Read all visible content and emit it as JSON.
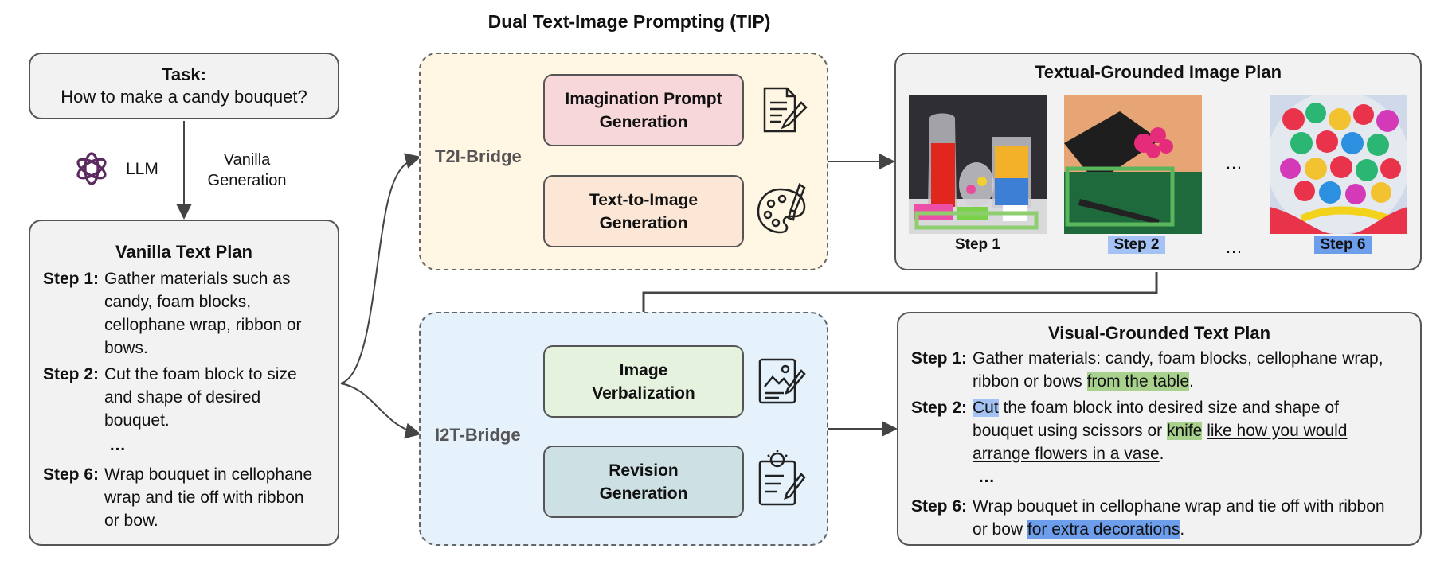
{
  "header": {
    "title": "Dual Text-Image Prompting (TIP)"
  },
  "task": {
    "label": "Task:",
    "question": "How to make a candy bouquet?"
  },
  "llm": {
    "label": "LLM",
    "icon": "openai-logo-icon",
    "edge_line1": "Vanilla",
    "edge_line2": "Generation"
  },
  "vanilla_plan": {
    "title": "Vanilla Text Plan",
    "steps": [
      {
        "label": "Step 1:",
        "text": "Gather materials such as candy, foam blocks, cellophane wrap, ribbon or bows."
      },
      {
        "label": "Step 2:",
        "text": "Cut the foam block to size and shape of desired bouquet."
      },
      {
        "label": "",
        "text": "…"
      },
      {
        "label": "Step 6:",
        "text": "Wrap bouquet in cellophane wrap and tie off with ribbon or bow."
      }
    ]
  },
  "t2i": {
    "label": "T2I-Bridge",
    "box1": {
      "line1": "Imagination Prompt",
      "line2": "Generation",
      "icon": "document-pen-icon"
    },
    "box2": {
      "line1": "Text-to-Image",
      "line2": "Generation",
      "icon": "palette-icon"
    },
    "colors": {
      "background": "#fff6e4",
      "box1": "#f8d7da",
      "box2": "#fce6d6"
    }
  },
  "i2t": {
    "label": "I2T-Bridge",
    "box1": {
      "line1": "Image",
      "line2": "Verbalization",
      "icon": "image-writing-icon"
    },
    "box2": {
      "line1": "Revision",
      "line2": "Generation",
      "icon": "idea-clipboard-icon"
    },
    "colors": {
      "background": "#e5f1fb",
      "box1": "#e5f2de",
      "box2": "#cde1e5"
    }
  },
  "image_plan": {
    "title": "Textual-Grounded Image Plan",
    "images": [
      {
        "label": "Step 1",
        "alt": "candy jars on table",
        "highlight": "none"
      },
      {
        "label": "Step 2",
        "alt": "foam block and scissors",
        "highlight": "light-blue"
      },
      {
        "label": "Step 6",
        "alt": "wrapped candy bouquet",
        "highlight": "blue"
      }
    ],
    "ellipsis": "…"
  },
  "visual_plan": {
    "title": "Visual-Grounded Text Plan",
    "step1_label": "Step 1:",
    "step1_a": "Gather materials: candy, foam blocks, cellophane wrap, ribbon or bows ",
    "step1_hl": "from the table",
    "step1_end": ".",
    "step2_label": "Step 2:",
    "step2_hl1": "Cut",
    "step2_a": " the foam block into desired size and shape of bouquet using scissors or ",
    "step2_hl2": "knife",
    "step2_sp": " ",
    "step2_ul": "like how you would arrange flowers in a vase",
    "step2_end": ".",
    "ellipsis": "…",
    "step6_label": "Step 6:",
    "step6_a": "Wrap bouquet in cellophane wrap and tie off with ribbon or bow ",
    "step6_hl": "for extra decorations",
    "step6_end": "."
  }
}
